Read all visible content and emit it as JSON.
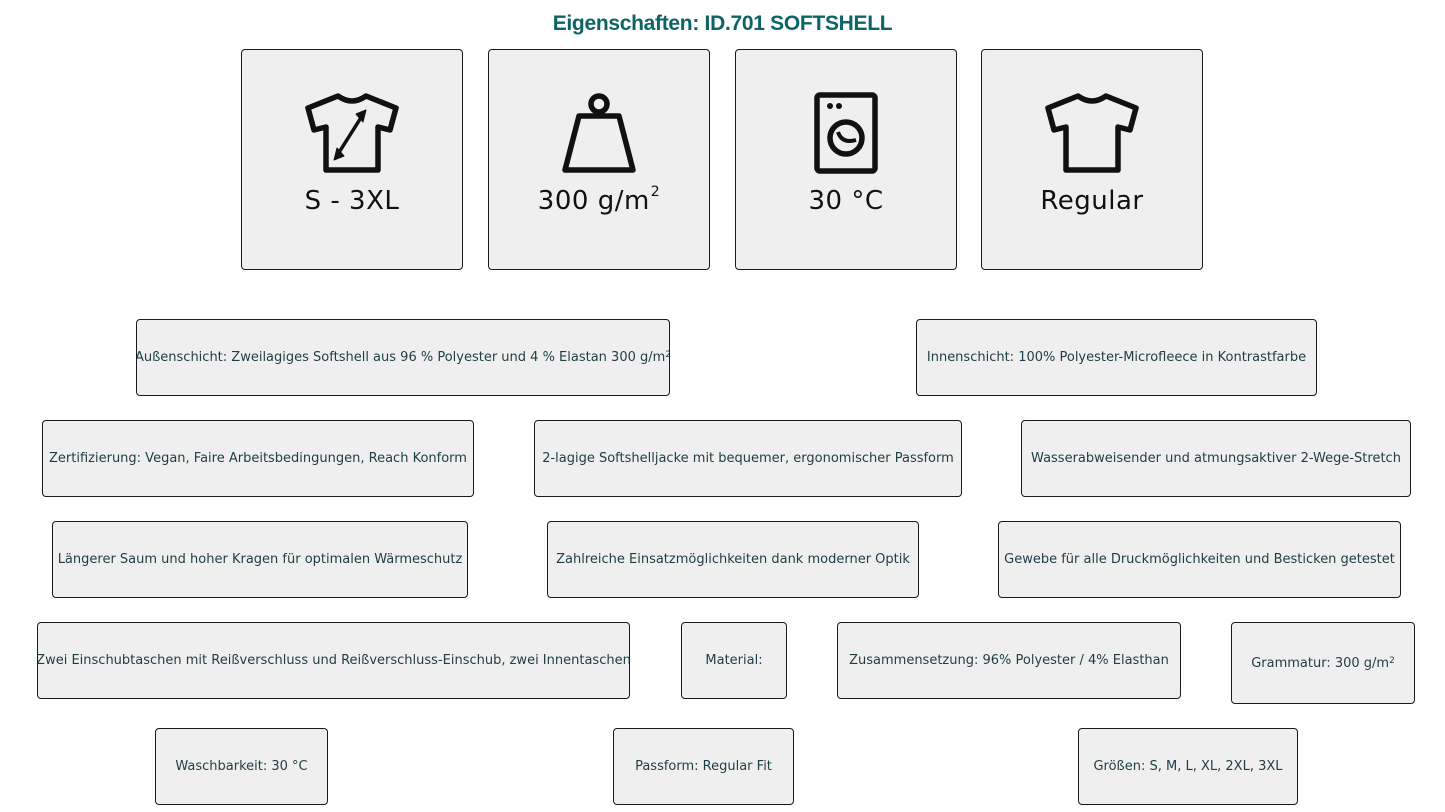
{
  "header": {
    "title": "Eigenschaften: ID.701 SOFTSHELL"
  },
  "cards": [
    {
      "icon": "tshirt-size-icon",
      "label": "S - 3XL",
      "sup": ""
    },
    {
      "icon": "weight-icon",
      "label": "300 g/m",
      "sup": "2"
    },
    {
      "icon": "washing-machine-icon",
      "label": "30 °C",
      "sup": ""
    },
    {
      "icon": "tshirt-fit-icon",
      "label": "Regular",
      "sup": ""
    }
  ],
  "features": {
    "outer_layer": {
      "text": "Außenschicht: Zweilagiges Softshell aus 96 % Polyester und 4 % Elastan 300 g/m",
      "sup": "2"
    },
    "inner_layer": {
      "text": "Innenschicht: 100% Polyester-Microfleece in Kontrastfarbe"
    },
    "certification": {
      "text": "Zertifizierung: Vegan, Faire Arbeitsbedingungen, Reach Konform"
    },
    "two_layer": {
      "text": "2-lagige Softshelljacke mit bequemer, ergonomischer Passform"
    },
    "water_repellent": {
      "text": "Wasserabweisender und atmungsaktiver 2-Wege-Stretch"
    },
    "hem": {
      "text": "Längerer Saum und hoher Kragen für optimalen Wärmeschutz"
    },
    "versatile": {
      "text": "Zahlreiche Einsatzmöglichkeiten dank moderner Optik"
    },
    "printing": {
      "text": "Gewebe für alle Druckmöglichkeiten und Besticken getestet"
    },
    "pockets": {
      "text": "Zwei Einschubtaschen mit Reißverschluss und Reißverschluss-Einschub, zwei Innentaschen"
    },
    "material": {
      "text": "Material:"
    },
    "composition": {
      "text": "Zusammensetzung: 96% Polyester / 4% Elasthan"
    },
    "grammage": {
      "text": "Grammatur: 300 g/m",
      "sup": "2"
    },
    "washability": {
      "text": "Waschbarkeit: 30 °C"
    },
    "fit": {
      "text": "Passform: Regular Fit"
    },
    "sizes": {
      "text": "Größen: S, M, L, XL, 2XL, 3XL"
    }
  },
  "colors": {
    "title": "#0d6466",
    "card_bg": "#efefef",
    "border": "#1a1a1a",
    "text": "#1f3d44"
  }
}
